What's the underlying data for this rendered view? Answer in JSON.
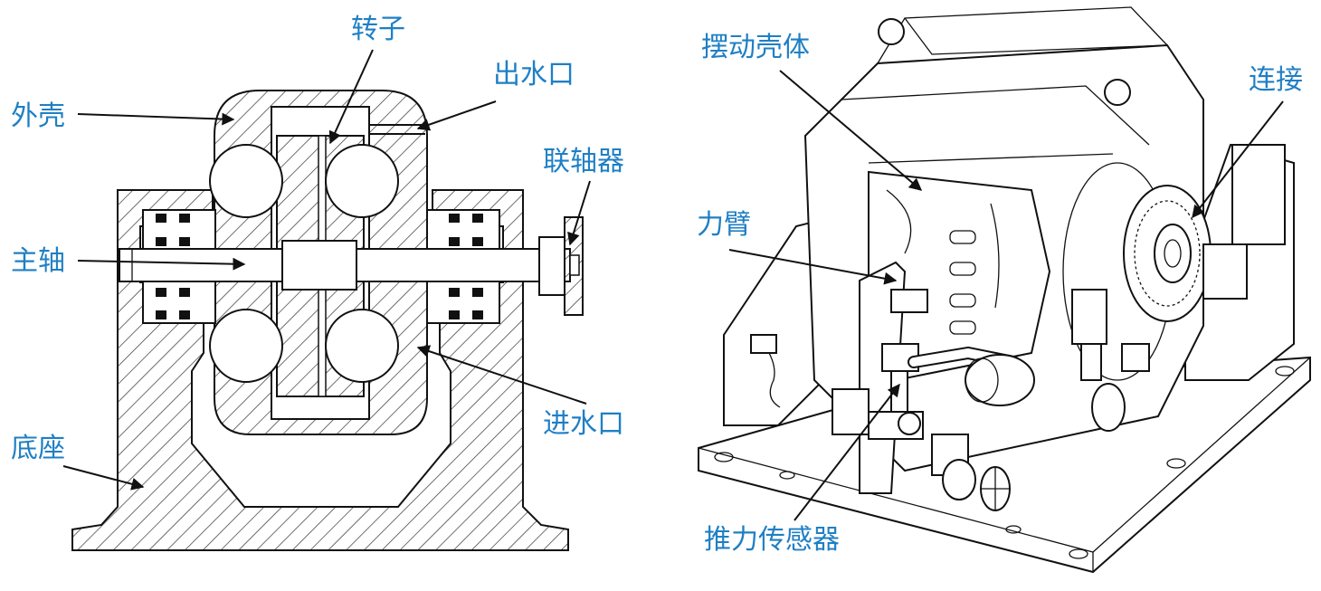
{
  "left_diagram": {
    "labels": {
      "rotor": "转子",
      "outlet": "出水口",
      "housing": "外壳",
      "coupling": "联轴器",
      "spindle": "主轴",
      "inlet": "进水口",
      "base": "底座"
    }
  },
  "right_diagram": {
    "labels": {
      "swing_housing": "摆动壳体",
      "connection": "连接",
      "arm": "力臂",
      "thrust_sensor": "推力传感器"
    }
  },
  "colors": {
    "label": "#1f7fc4",
    "line": "#111111"
  }
}
